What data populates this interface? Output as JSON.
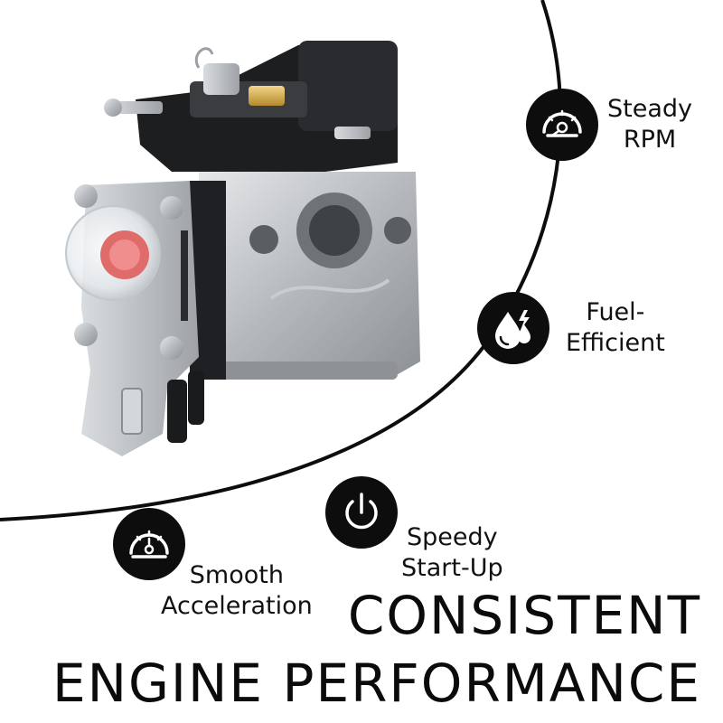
{
  "features": [
    {
      "id": "rpm",
      "icon": "gauge-needle-icon",
      "line1": "Steady",
      "line2": "RPM"
    },
    {
      "id": "fuel",
      "icon": "fuel-drops-icon",
      "line1": "Fuel-",
      "line2": "Efficient"
    },
    {
      "id": "start",
      "icon": "power-icon",
      "line1": "Speedy",
      "line2": "Start-Up"
    },
    {
      "id": "accel",
      "icon": "speedometer-icon",
      "line1": "Smooth",
      "line2": "Acceleration"
    }
  ],
  "headline": {
    "line1": "CONSISTENT",
    "line2": "ENGINE PERFORMANCE"
  },
  "colors": {
    "badge": "#0d0d0d",
    "text": "#111111",
    "arc": "#0d0d0d"
  }
}
